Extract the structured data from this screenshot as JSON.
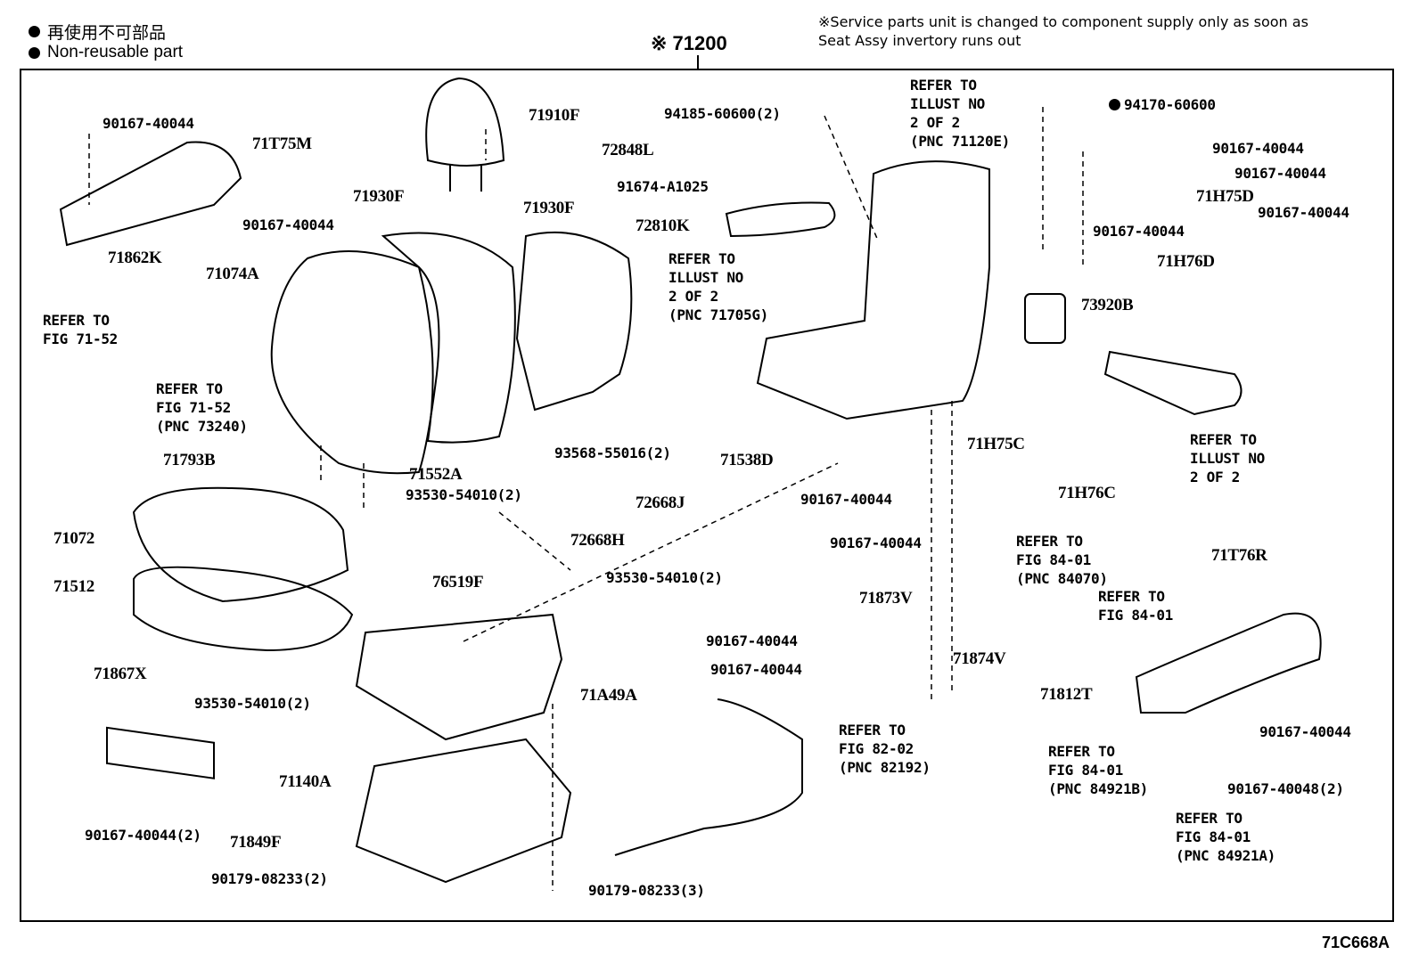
{
  "legend": {
    "jp": "再使用不可部品",
    "en": "Non-reusable part"
  },
  "note": "※Service parts unit is changed to component supply only as soon as\n Seat Assy invertory runs out",
  "title": "※ 71200",
  "diagram_code": "71C668A",
  "labels": [
    "90167-40044",
    "71T75M",
    "90167-40044",
    "71862K",
    "71910F",
    "71930F",
    "71930F",
    "71074A",
    "REFER TO\nFIG 71-52",
    "REFER TO\nFIG 71-52\n(PNC 73240)",
    "71793B",
    "71552A",
    "93568-55016(2)",
    "93530-54010(2)",
    "72668J",
    "72668H",
    "93530-54010(2)",
    "71072",
    "71512",
    "76519F",
    "71867X",
    "93530-54010(2)",
    "90167-40044(2)",
    "71A49A",
    "71140A",
    "71849F",
    "90179-08233(2)",
    "90179-08233(3)",
    "94185-60600(2)",
    "72848L",
    "91674-A1025",
    "72810K",
    "REFER TO\nILLUST NO\n2 OF 2\n(PNC 71705G)",
    "REFER TO\nILLUST NO\n2 OF 2\n(PNC 71120E)",
    "94170-60600",
    "90167-40044",
    "90167-40044",
    "71H75D",
    "90167-40044",
    "90167-40044",
    "71H76D",
    "73920B",
    "REFER TO\nILLUST NO\n2 OF 2",
    "71538D",
    "71H75C",
    "90167-40044",
    "71H76C",
    "90167-40044",
    "REFER TO\nFIG 84-01\n(PNC 84070)",
    "71T76R",
    "REFER TO\nFIG 84-01",
    "71873V",
    "90167-40044",
    "90167-40044",
    "71874V",
    "71812T",
    "90167-40044",
    "REFER TO\nFIG 82-02\n(PNC 82192)",
    "REFER TO\nFIG 84-01\n(PNC 84921B)",
    "90167-40048(2)",
    "REFER TO\nFIG 84-01\n(PNC 84921A)"
  ]
}
